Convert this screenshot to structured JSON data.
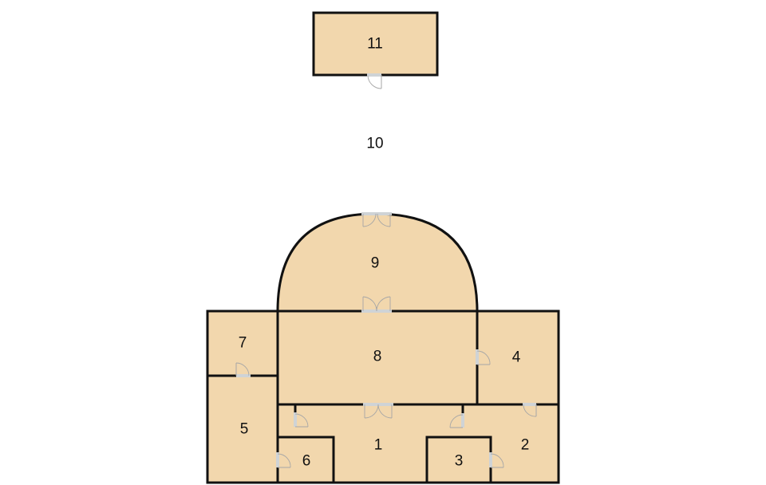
{
  "colors": {
    "room_fill": "#f2d7ad",
    "wall": "#111111",
    "door": "#a6a6a6",
    "floor_trim": "#cfd3d6"
  },
  "rooms": {
    "r1": "1",
    "r2": "2",
    "r3": "3",
    "r4": "4",
    "r5": "5",
    "r6": "6",
    "r7": "7",
    "r8": "8",
    "r9": "9",
    "r10": "10",
    "r11": "11"
  }
}
